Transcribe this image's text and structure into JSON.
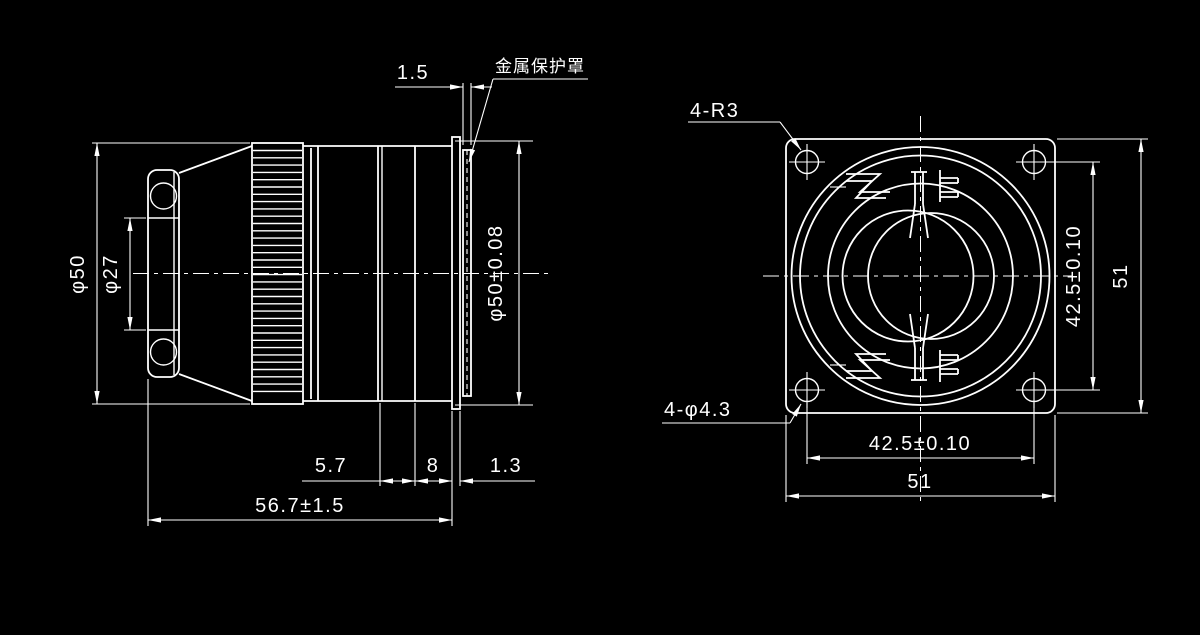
{
  "title": "Connector engineering drawing, two views",
  "colors": {
    "background": "#000000",
    "line": "#ffffff"
  },
  "side_view": {
    "dim_cap_thickness": "1.5",
    "callout_metal_cover": "金属保护罩",
    "dim_outer_diameter": "φ50",
    "dim_clamp_diameter": "φ27",
    "dim_section_1": "5.7",
    "dim_section_2": "8",
    "dim_flange_thickness": "1.3",
    "dim_overall_length": "56.7±1.5",
    "dim_spigot_diameter": "φ50±0.08"
  },
  "front_view": {
    "callout_corner_radius": "4-R3",
    "callout_mounting_holes": "4-φ4.3",
    "dim_hole_pitch_vertical": "42.5±0.10",
    "dim_flange_size_vertical": "51",
    "dim_hole_pitch_horizontal": "42.5±0.10",
    "dim_flange_size_horizontal": "51"
  }
}
